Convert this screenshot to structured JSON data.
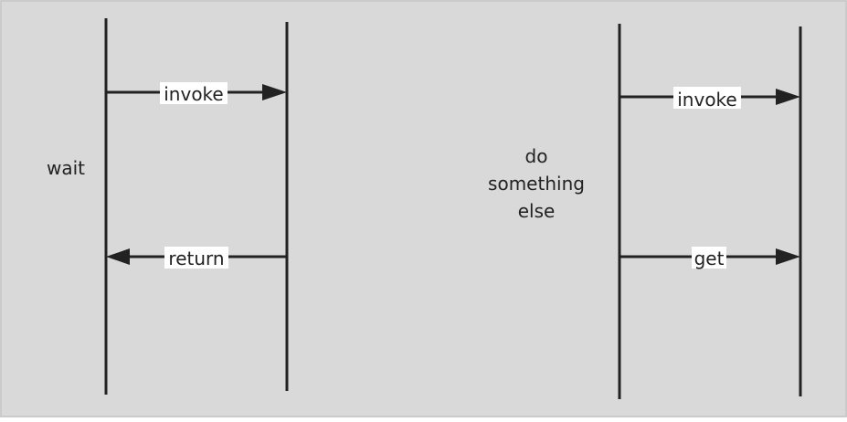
{
  "colors": {
    "background": "#d9d9d9",
    "line": "#222222",
    "label_bg": "#ffffff",
    "text": "#222222"
  },
  "left": {
    "side_label": "wait",
    "call_label": "invoke",
    "return_label": "return"
  },
  "right": {
    "side_label_lines": [
      "do",
      "something",
      "else"
    ],
    "call_label": "invoke",
    "get_label": "get"
  }
}
